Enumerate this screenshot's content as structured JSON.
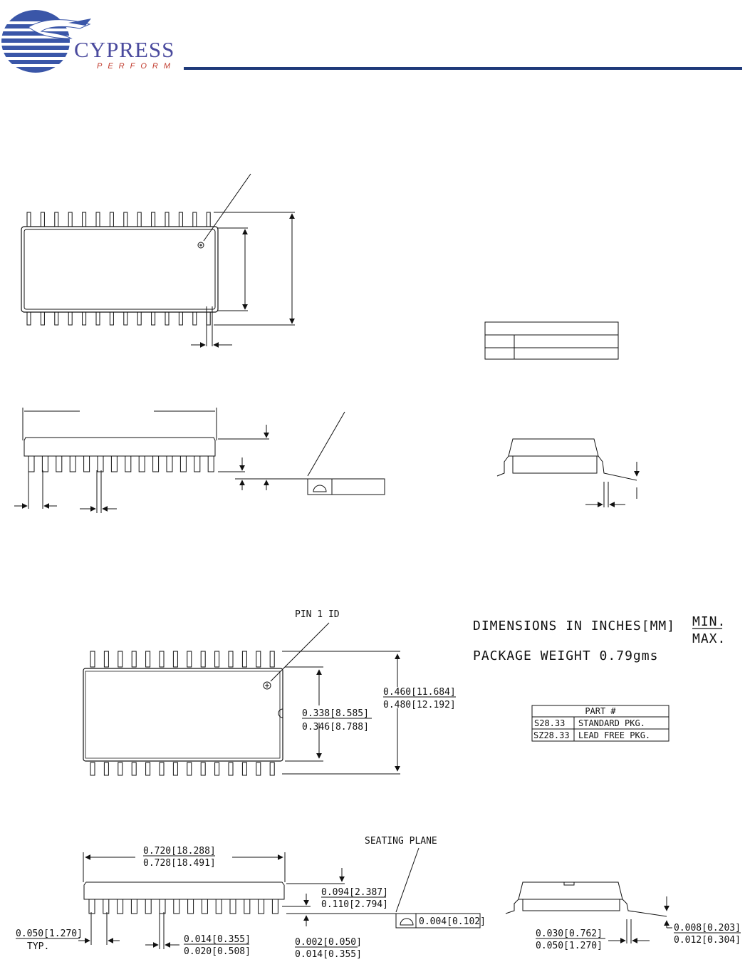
{
  "header": {
    "brand": "CYPRESS",
    "tagline": "PERFORM"
  },
  "drawing": {
    "pin1_label": "PIN 1 ID",
    "dimensions_note": "DIMENSIONS IN INCHES[MM]",
    "min_label": "MIN.",
    "max_label": "MAX.",
    "package_weight": "PACKAGE WEIGHT 0.79gms",
    "seating_plane": "SEATING PLANE",
    "body_width": {
      "min": "0.338[8.585]",
      "max": "0.346[8.788]"
    },
    "overall_width": {
      "min": "0.460[11.684]",
      "max": "0.480[12.192]"
    },
    "body_length": {
      "min": "0.720[18.288]",
      "max": "0.728[18.491]"
    },
    "height": {
      "min": "0.094[2.387]",
      "max": "0.110[2.794]"
    },
    "standoff": {
      "min": "0.002[0.050]",
      "max": "0.014[0.355]"
    },
    "pitch": "0.050[1.270]",
    "pitch_note": "TYP.",
    "lead_width": {
      "min": "0.014[0.355]",
      "max": "0.020[0.508]"
    },
    "coplanarity": "0.004[0.102]",
    "foot_length": {
      "min": "0.030[0.762]",
      "max": "0.050[1.270]"
    },
    "lead_thickness": {
      "min": "0.008[0.203]",
      "max": "0.012[0.304]"
    },
    "part_table": {
      "title": "PART #",
      "rows": [
        {
          "part": "S28.33",
          "desc": "STANDARD PKG."
        },
        {
          "part": "SZ28.33",
          "desc": "LEAD FREE PKG."
        }
      ]
    }
  }
}
